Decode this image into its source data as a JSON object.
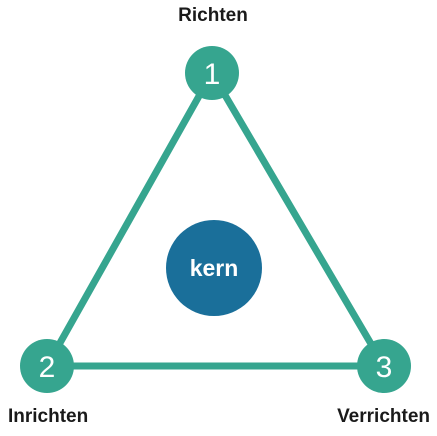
{
  "diagram": {
    "center": {
      "label": "kern"
    },
    "nodes": [
      {
        "number": "1",
        "label": "Richten"
      },
      {
        "number": "2",
        "label": "Inrichten"
      },
      {
        "number": "3",
        "label": "Verrichten"
      }
    ]
  },
  "colors": {
    "edge": "#36a58f",
    "node": "#36a58f",
    "center": "#1a6f9a",
    "text": "#1a1a1a",
    "node_text": "#ffffff"
  }
}
